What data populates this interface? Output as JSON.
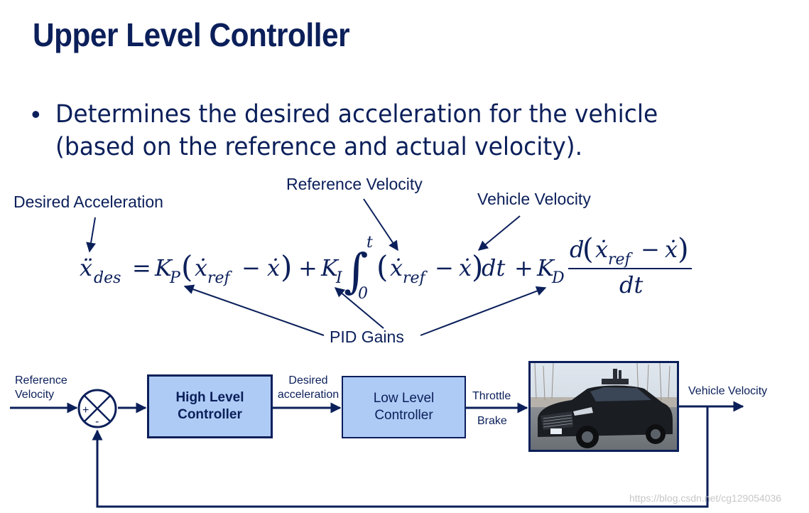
{
  "slide": {
    "title": "Upper Level Controller",
    "bullet_line1": "Determines the desired acceleration for the vehicle",
    "bullet_line2": "(based on the reference and actual velocity)."
  },
  "equation": {
    "annotations": {
      "desired_acceleration": "Desired Acceleration",
      "reference_velocity": "Reference Velocity",
      "vehicle_velocity": "Vehicle Velocity",
      "pid_gains": "PID Gains"
    },
    "lhs": "ẍ",
    "lhs_sub": "des",
    "equals": "=",
    "plus": "+",
    "minus": "−",
    "kp": "K",
    "kp_sub": "P",
    "ki": "K",
    "ki_sub": "I",
    "kd": "K",
    "kd_sub": "D",
    "xdot": "ẋ",
    "ref_sub": "ref",
    "integral": "∫",
    "int_upper": "t",
    "int_lower": "0",
    "dt": "dt",
    "d": "d",
    "lparen": "(",
    "rparen": ")"
  },
  "block_diagram": {
    "input_label_line1": "Reference",
    "input_label_line2": "Velocity",
    "sum_plus": "+",
    "sum_minus": "-",
    "high_level_line1": "High Level",
    "high_level_line2": "Controller",
    "desired_line1": "Desired",
    "desired_line2": "acceleration",
    "low_level_line1": "Low Level",
    "low_level_line2": "Controller",
    "throttle": "Throttle",
    "brake": "Brake",
    "output_label": "Vehicle Velocity"
  },
  "watermark": "https://blog.csdn.net/cg129054036",
  "colors": {
    "navy": "#0b1f5a",
    "box_fill": "#aecbf5",
    "watermark": "#c7c7c7"
  }
}
